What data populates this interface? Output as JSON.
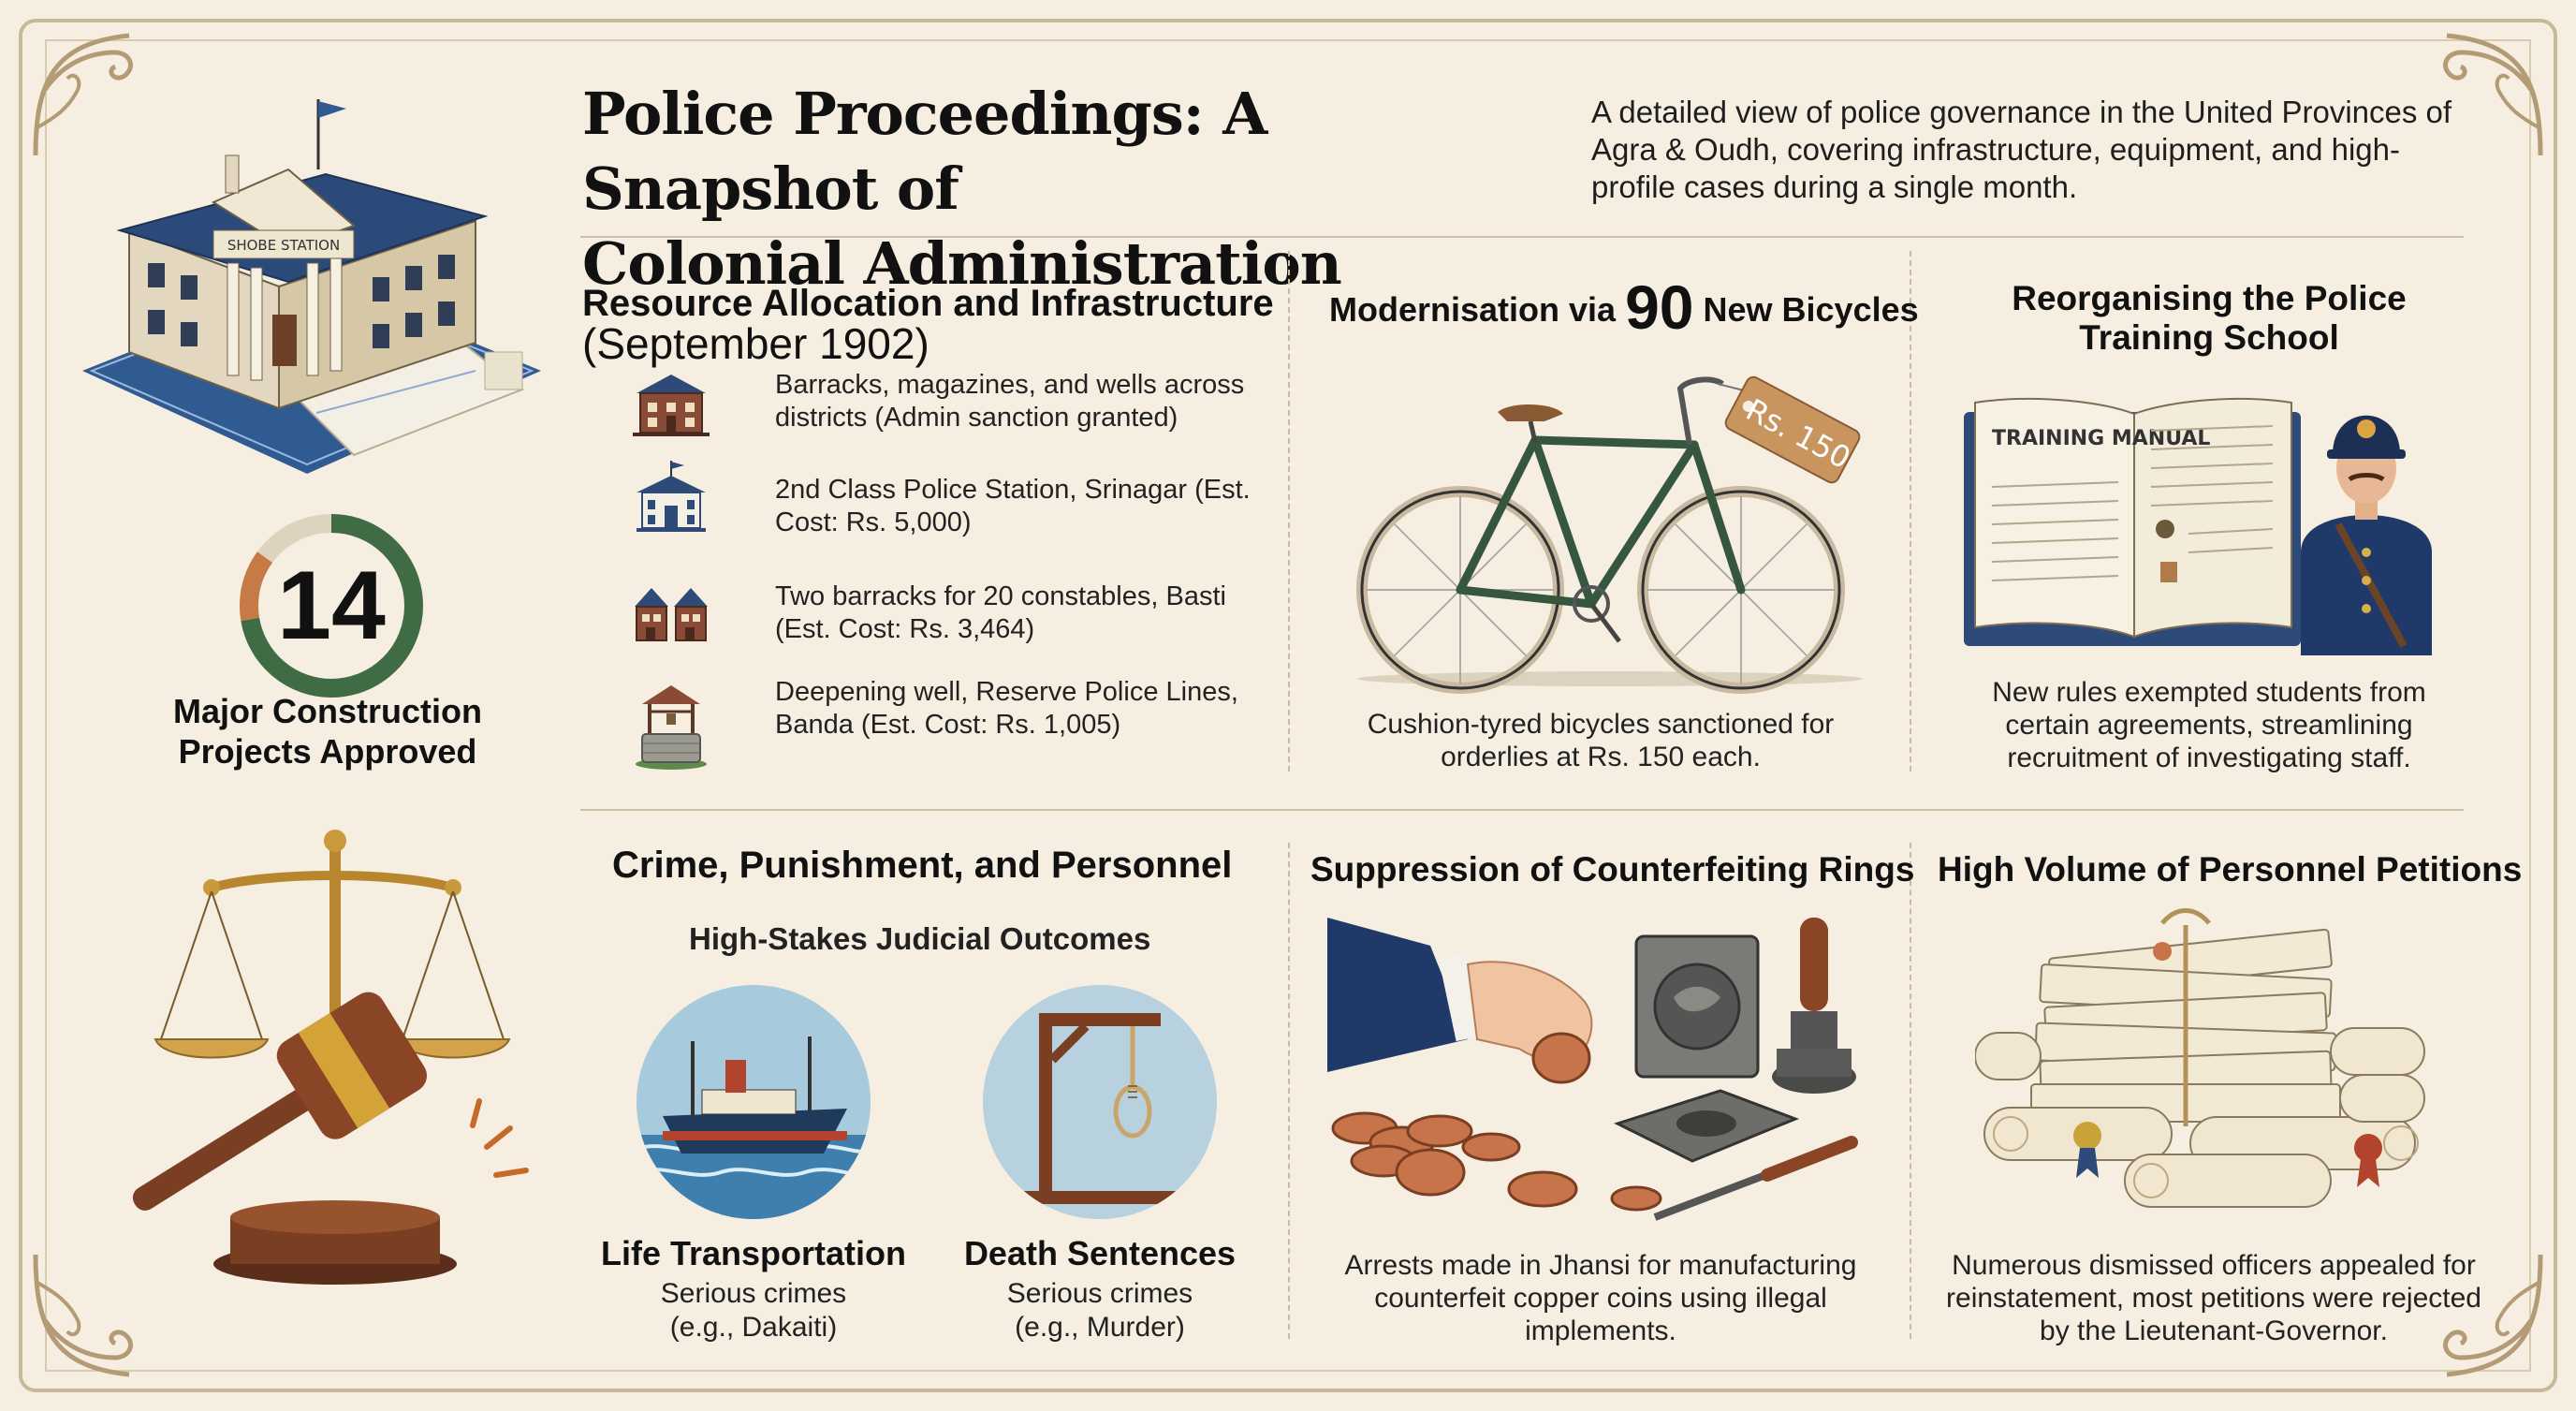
{
  "header": {
    "title_line1": "Police Proceedings: A Snapshot of",
    "title_line2": "Colonial Administration",
    "title_date": "(September 1902)",
    "subtitle": "A detailed view of police governance in the United Provinces of Agra & Oudh, covering infrastructure, equipment, and high-profile cases during a single month."
  },
  "stats": {
    "projects_count": "14",
    "projects_caption": "Major Construction Projects Approved"
  },
  "illustrations": {
    "station_sign": "SHOBE STATION",
    "bicycle_price_tag": "Rs. 150",
    "manual_label": "TRAINING MANUAL"
  },
  "resource_section": {
    "heading": "Resource Allocation and Infrastructure",
    "items": [
      {
        "icon": "barracks-icon",
        "text": "Barracks, magazines, and wells across districts (Admin sanction granted)"
      },
      {
        "icon": "police-station-icon",
        "text": "2nd Class Police Station, Srinagar (Est. Cost: Rs. 5,000)"
      },
      {
        "icon": "houses-icon",
        "text": "Two barracks for 20 constables, Basti (Est. Cost: Rs. 3,464)"
      },
      {
        "icon": "well-icon",
        "text": "Deepening well, Reserve Police Lines, Banda (Est. Cost: Rs. 1,005)"
      }
    ]
  },
  "bicycles": {
    "heading_pre": "Modernisation via",
    "heading_num": "90",
    "heading_post": "New Bicycles",
    "text": "Cushion-tyred bicycles sanctioned for orderlies at Rs. 150 each."
  },
  "training": {
    "heading": "Reorganising the Police Training School",
    "text": "New rules exempted students from certain agreements, streamlining recruitment of investigating staff."
  },
  "crime": {
    "heading": "Crime, Punishment, and Personnel",
    "subheading": "High-Stakes Judicial Outcomes",
    "outcomes": [
      {
        "icon": "ship-icon",
        "title": "Life Transportation",
        "line1": "Serious crimes",
        "line2": "(e.g., Dakaiti)"
      },
      {
        "icon": "gallows-icon",
        "title": "Death Sentences",
        "line1": "Serious crimes",
        "line2": "(e.g., Murder)"
      }
    ]
  },
  "counterfeit": {
    "heading": "Suppression of Counterfeiting Rings",
    "text": "Arrests made in Jhansi for manufacturing counterfeit copper coins using illegal implements."
  },
  "petitions": {
    "heading": "High Volume of Personnel Petitions",
    "text": "Numerous dismissed officers appealed for reinstatement, most petitions were rejected by the Lieutenant-Governor."
  },
  "colors": {
    "background": "#f6efe1",
    "ring_green": "#3f6b45",
    "ring_orange": "#c67a45",
    "navy": "#2d4a78",
    "brick": "#8a4b36",
    "bicycle_green": "#35563f"
  }
}
